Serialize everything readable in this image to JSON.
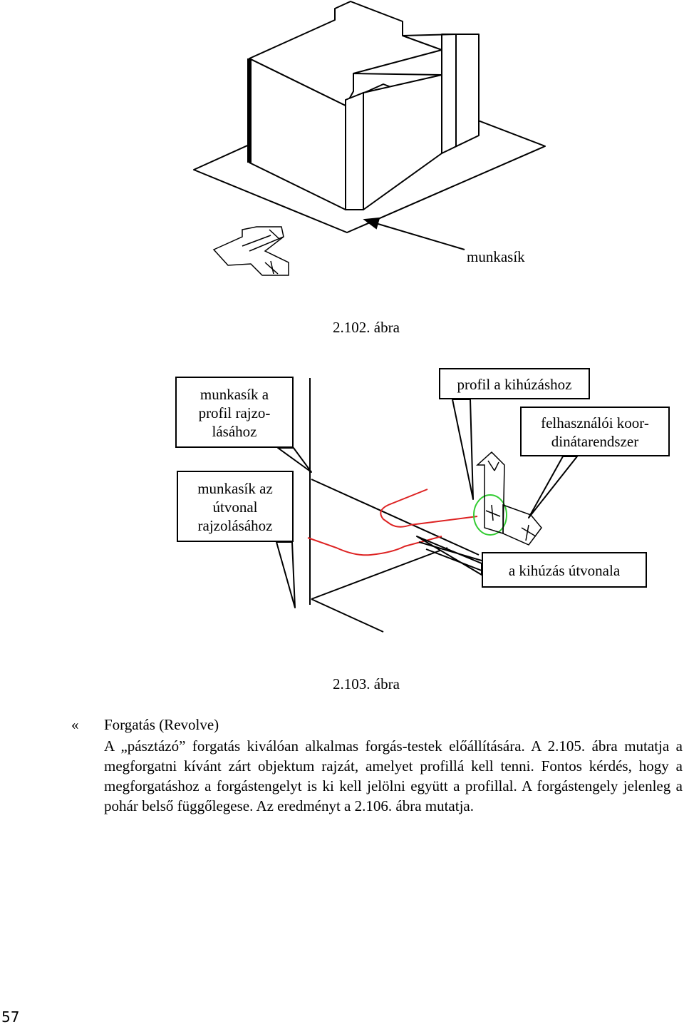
{
  "figure1": {
    "label_workplane": "munkasík",
    "caption": "2.102. ábra"
  },
  "figure2": {
    "callout_profile_plane_lines": [
      "munkasík a",
      "profil rajzo-",
      "lásához"
    ],
    "callout_path_plane_lines": [
      "munkasík az",
      "útvonal",
      "rajzolásához"
    ],
    "callout_profile": "profil a kihúzáshoz",
    "callout_ucs_lines": [
      "felhasználói koor-",
      "dinátarendszer"
    ],
    "callout_path": "a kihúzás útvonala",
    "caption": "2.103. ábra"
  },
  "section": {
    "marker": "«",
    "heading": "Forgatás (Revolve)",
    "paragraph": "A „pásztázó” forgatás kiválóan alkalmas forgás-testek előállítására. A 2.105. ábra mutatja a megforgatni kívánt zárt objektum rajzát, amelyet profillá kell tenni. Fontos kérdés, hogy a megforgatáshoz a forgástengelyt is ki kell jelölni együtt a profillal. A forgástengely jelenleg a pohár belső függőlegese. Az eredményt a 2.106. ábra mutatja."
  },
  "page_number": "57",
  "colors": {
    "path_line": "#dd2222",
    "profile_circle": "#33cc33"
  }
}
